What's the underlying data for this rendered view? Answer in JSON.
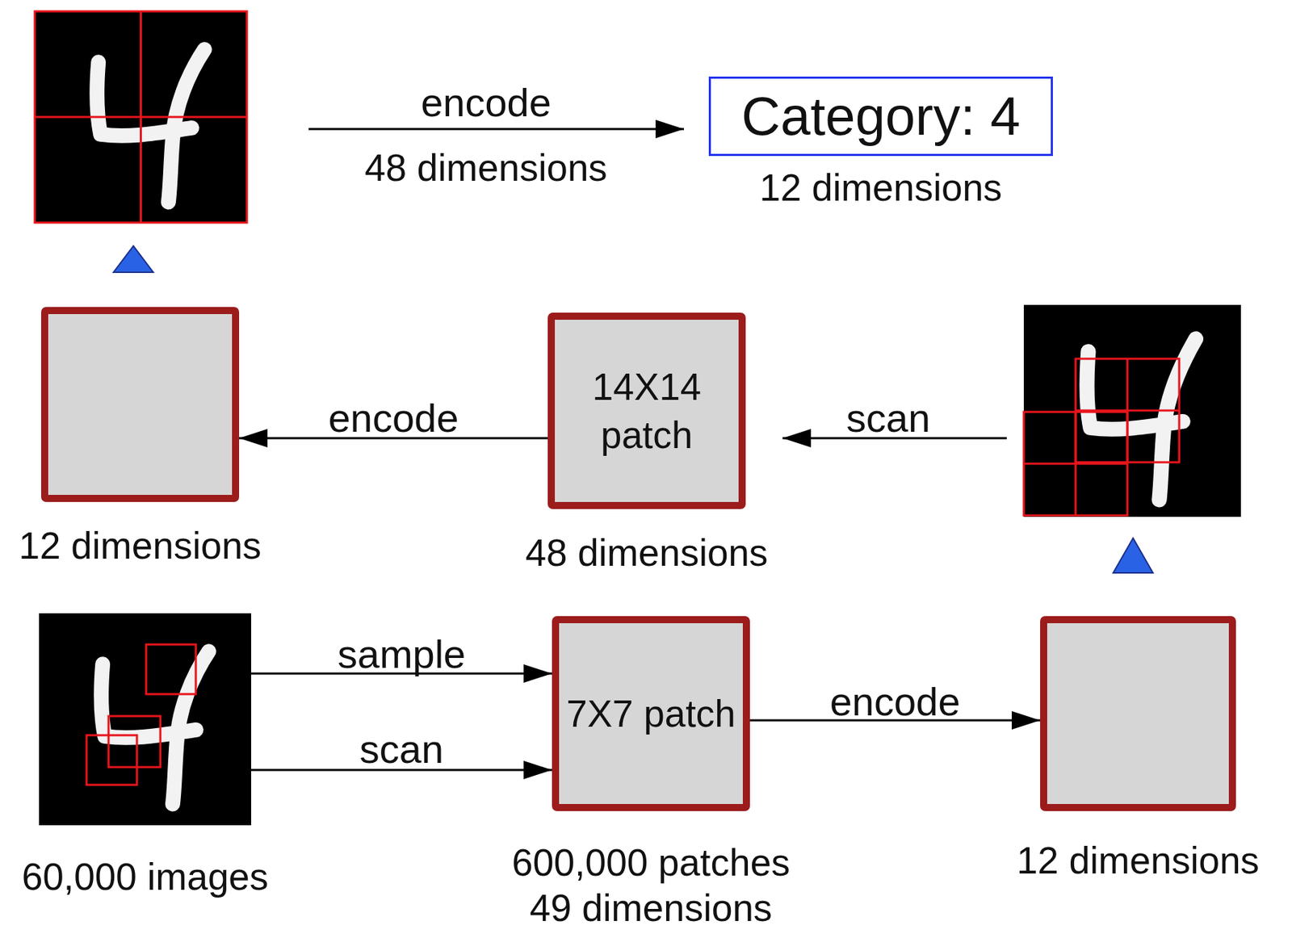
{
  "diagram": {
    "nodes": [
      {
        "text": [
          "Category: 4",
          "12 dimensions"
        ]
      },
      {
        "text": [
          "12 dimensions"
        ]
      },
      {
        "text": [
          "14X14 patch",
          "48 dimensions"
        ]
      },
      {
        "text": [
          "60,000 images"
        ]
      },
      {
        "text": [
          "7X7 patch",
          "600,000 patches 49 dimensions"
        ]
      },
      {
        "text": [
          "12 dimensions"
        ]
      }
    ],
    "edges": [
      {
        "from": 2,
        "to": 1,
        "arrow": "to",
        "label": "encode"
      },
      {
        "from": 3,
        "to": 4,
        "arrow": "to",
        "label": "sample"
      },
      {
        "from": 3,
        "to": 4,
        "arrow": "to",
        "label": "scan"
      },
      {
        "from": 4,
        "to": 5,
        "arrow": "to",
        "label": "encode"
      }
    ],
    "labels": [
      "encode",
      "48 dimensions",
      "scan"
    ]
  }
}
